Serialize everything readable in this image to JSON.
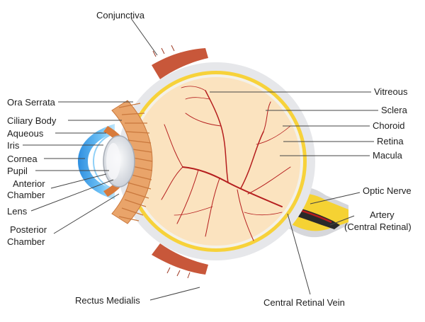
{
  "labels": {
    "conjunctiva": "Conjunctiva",
    "ora_serrata": "Ora Serrata",
    "ciliary_body": "Ciliary Body",
    "aqueous": "Aqueous",
    "iris": "Iris",
    "cornea": "Cornea",
    "pupil": "Pupil",
    "anterior_chamber_1": "Anterior",
    "anterior_chamber_2": "Chamber",
    "lens": "Lens",
    "posterior_chamber_1": "Posterior",
    "posterior_chamber_2": "Chamber",
    "rectus_medialis": "Rectus Medialis",
    "vitreous": "Vitreous",
    "sclera": "Sclera",
    "choroid": "Choroid",
    "retina": "Retina",
    "macula": "Macula",
    "optic_nerve": "Optic Nerve",
    "artery_1": "Artery",
    "artery_2": "(Central Retinal)",
    "central_retinal_vein": "Central Retinal Vein"
  },
  "colors": {
    "sclera": "#e6e7ea",
    "choroid": "#f7d23a",
    "vitreous": "#fbe3bf",
    "muscle": "#c8573a",
    "cornea": "#3f9fe8",
    "iris": "#d87a3a",
    "lens": "#dfe3e8",
    "vessel": "#b51e1e",
    "leader": "#444444"
  }
}
